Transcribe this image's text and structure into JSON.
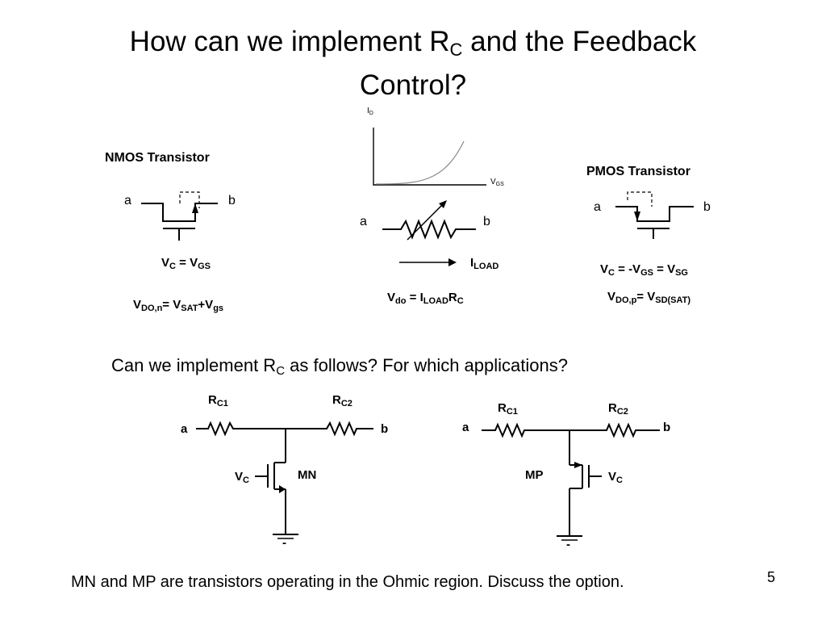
{
  "title": {
    "line1_prefix": "How can we implement R",
    "line1_sub": "C",
    "line1_suffix": " and the Feedback",
    "line2": "Control?"
  },
  "nmos": {
    "heading": "NMOS Transistor",
    "a": "a",
    "b": "b",
    "vc_eq": {
      "p1": "V",
      "s1": "C",
      "p2": " = V",
      "s2": "GS"
    },
    "vdo_eq": {
      "p1": "V",
      "s1": "DO,n",
      "p2": "= V",
      "s2": "SAT",
      "p3": "+V",
      "s3": "gs"
    }
  },
  "graph": {
    "ylabel": {
      "p": "I",
      "s": "D"
    },
    "xlabel": {
      "p": "V",
      "s": "GS"
    }
  },
  "resistor": {
    "a": "a",
    "b": "b",
    "iload": {
      "p": "I",
      "s": "LOAD"
    },
    "vdo_eq": {
      "p1": "V",
      "s1": "do",
      "p2": " = I",
      "s2": "LOAD",
      "p3": "R",
      "s3": "C"
    }
  },
  "pmos": {
    "heading": "PMOS Transistor",
    "a": "a",
    "b": "b",
    "vc_eq": {
      "p1": "V",
      "s1": "C",
      "p2": " = -V",
      "s2": "GS",
      "p3": " = V",
      "s3": "SG"
    },
    "vdo_eq": {
      "p1": "V",
      "s1": "DO,p",
      "p2": "= V",
      "s2": "SD(SAT)"
    }
  },
  "question": {
    "p1": "Can we implement R",
    "s1": "C",
    "p2": " as follows? For which applications?"
  },
  "circuit_n": {
    "rc1": {
      "p": "R",
      "s": "C1"
    },
    "rc2": {
      "p": "R",
      "s": "C2"
    },
    "a": "a",
    "b": "b",
    "vc": {
      "p": "V",
      "s": "C"
    },
    "name": "MN",
    "ground_mark": "-"
  },
  "circuit_p": {
    "rc1": {
      "p": "R",
      "s": "C1"
    },
    "rc2": {
      "p": "R",
      "s": "C2"
    },
    "a": "a",
    "b": "b",
    "vc": {
      "p": "V",
      "s": "C"
    },
    "name": "MP",
    "ground_mark": "-"
  },
  "footer": "MN and MP are transistors operating in the Ohmic region. Discuss the option.",
  "page_number": "5"
}
